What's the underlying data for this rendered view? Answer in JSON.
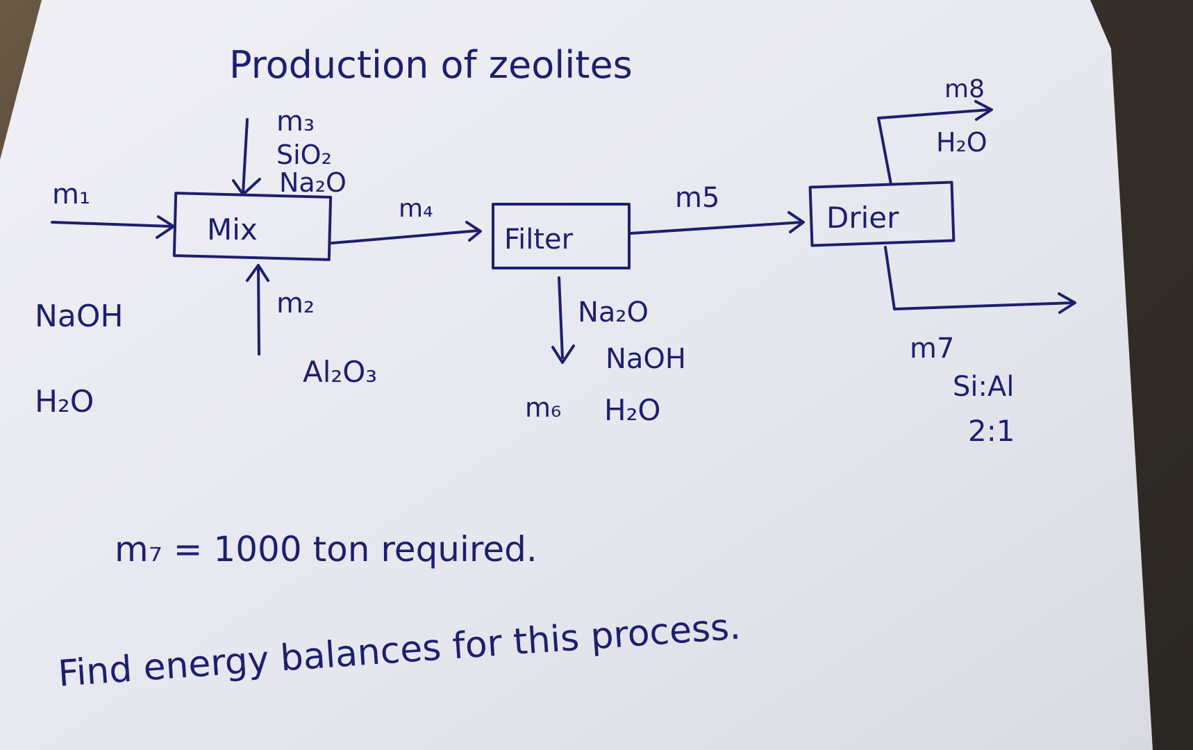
{
  "title": "Production of zeolites",
  "units": [
    {
      "id": "mix",
      "label": "Mix"
    },
    {
      "id": "filter",
      "label": "Filter"
    },
    {
      "id": "drier",
      "label": "Drier"
    }
  ],
  "streams": {
    "m1": {
      "label": "m₁",
      "components": [
        "NaOH",
        "H₂O"
      ]
    },
    "m2": {
      "label": "m₂",
      "components": [
        "Al₂O₃"
      ]
    },
    "m3": {
      "label": "m₃",
      "components": [
        "SiO₂",
        "Na₂O"
      ]
    },
    "m4": {
      "label": "m₄"
    },
    "m5": {
      "label": "m5"
    },
    "m6": {
      "label": "m₆",
      "components": [
        "Na₂O",
        "NaOH",
        "H₂O"
      ]
    },
    "m7": {
      "label": "m7",
      "ratio_label": "Si:Al",
      "ratio_value": "2:1"
    },
    "m8": {
      "label": "m8",
      "components": [
        "H₂O"
      ]
    }
  },
  "requirement": "m₇ = 1000 ton required.",
  "task": "Find energy balances for this process.",
  "colors": {
    "ink": "#1d1f6e",
    "paper": "#e9e9f1"
  }
}
